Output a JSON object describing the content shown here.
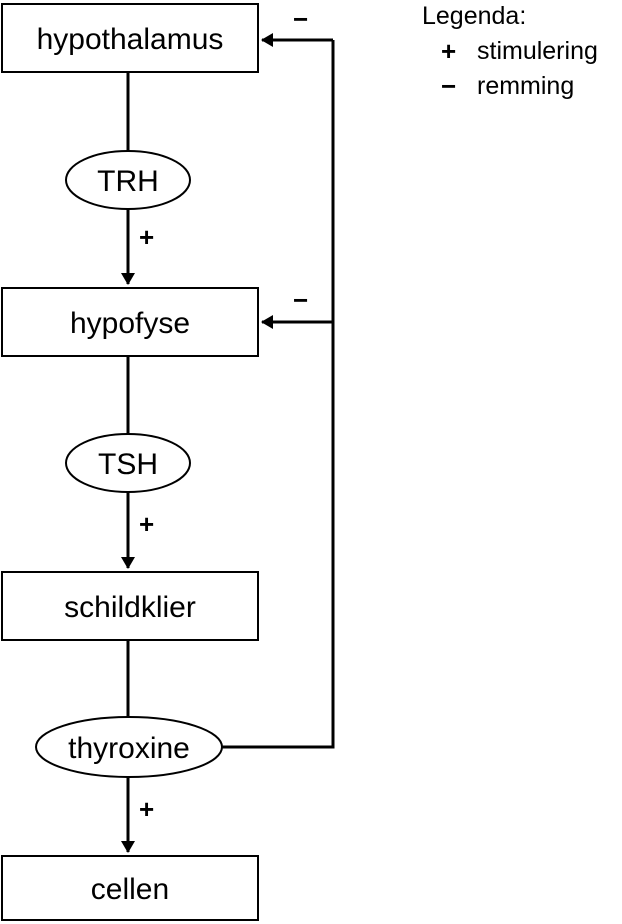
{
  "boxes": {
    "hypothalamus": "hypothalamus",
    "hypofyse": "hypofyse",
    "schildklier": "schildklier",
    "cellen": "cellen"
  },
  "hormones": {
    "trh": "TRH",
    "tsh": "TSH",
    "thyroxine": "thyroxine"
  },
  "signs": {
    "trh_effect": "+",
    "tsh_effect": "+",
    "thyroxine_effect": "+",
    "feedback_hypothalamus": "−",
    "feedback_hypofyse": "−"
  },
  "legend": {
    "title": "Legenda:",
    "plus_symbol": "+",
    "plus_label": "stimulering",
    "minus_symbol": "−",
    "minus_label": "remming"
  }
}
